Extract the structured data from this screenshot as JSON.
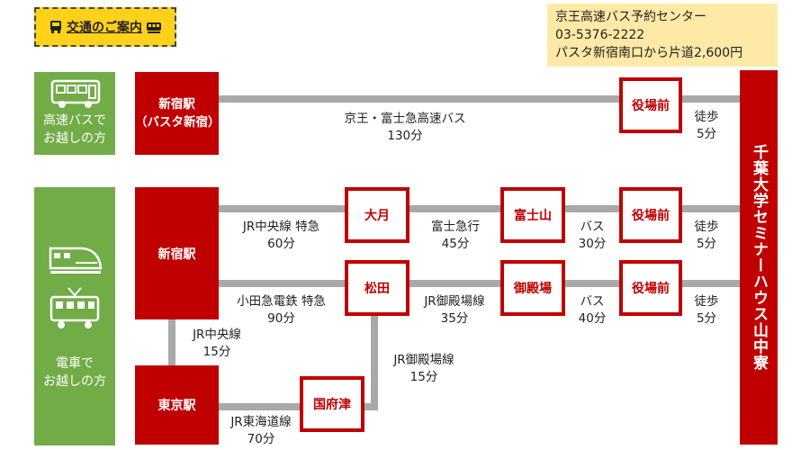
{
  "title": "交通のご案内",
  "info": {
    "line1": "京王高速バス予約センター",
    "line2": "03-5376-2222",
    "line3": "パスタ新宿南口から片道2,600円"
  },
  "sections": {
    "bus": "高速バスで\nお越しの方",
    "train": "電車で\nお越しの方"
  },
  "stations": {
    "shinjuku_busta": "新宿駅\n（バスタ新宿）",
    "shinjuku": "新宿駅",
    "tokyo": "東京駅",
    "otsuki": "大月",
    "fujisan": "富士山",
    "matsuda": "松田",
    "gotemba": "御殿場",
    "kozu": "国府津",
    "yakubamae": "役場前",
    "destination": "千葉大学セミナーハウス山中寮"
  },
  "routes": {
    "bus_route": "京王・富士急高速バス",
    "bus_time": "130分",
    "walk": "徒歩",
    "walk_time": "5分",
    "chuo_express": "JR中央線 特急",
    "chuo_express_time": "60分",
    "fujikyu": "富士急行",
    "fujikyu_time": "45分",
    "bus": "バス",
    "bus30": "30分",
    "odakyu": "小田急電鉄 特急",
    "odakyu_time": "90分",
    "gotemba_line": "JR御殿場線",
    "gotemba_time_1": "35分",
    "bus40": "40分",
    "chuo": "JR中央線",
    "chuo_time": "15分",
    "gotemba_time_2": "15分",
    "tokaido": "JR東海道線",
    "tokaido_time": "70分"
  },
  "colors": {
    "red": "#c00000",
    "green": "#71ac47",
    "gray": "#a9a9a9",
    "title_bg": "#ffd11a",
    "info_bg": "#ffe9a6"
  }
}
